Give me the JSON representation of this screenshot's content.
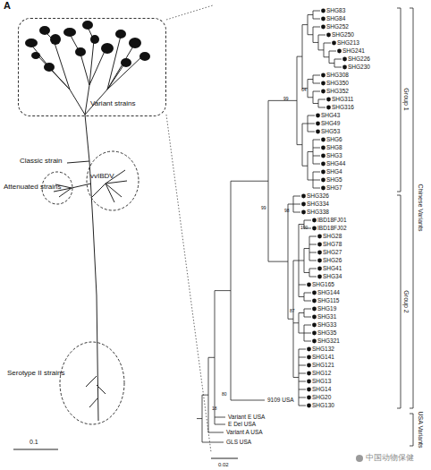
{
  "diagram": {
    "nodes": [
      {
        "text": [
          "Variant strains"
        ]
      },
      {
        "text": [
          "Attenuated strains"
        ]
      },
      {
        "text": [
          "vvIBDV"
        ]
      },
      {
        "text": [
          "Serotype II strains"
        ]
      }
    ],
    "labels": [
      "SHG83",
      "SHG84",
      "SHG252",
      "SHG250",
      "SHG213",
      "SHG241",
      "SHG226",
      "SHG230",
      "SHG308",
      "SHG350",
      "SHG352",
      "SHG311",
      "SHG316",
      "SHG43",
      "SHG49",
      "SHG53",
      "SHG6",
      "SHG8",
      "SHG3",
      "SHG44",
      "SHG4",
      "SHG5",
      "SHG7",
      "SHG326",
      "SHG334",
      "SHG338",
      "IBD18FJ01",
      "IBD18FJ02",
      "SHG28",
      "SHG78",
      "SHG27",
      "SHG26",
      "SHG41",
      "SHG34",
      "SHG165",
      "SHG144",
      "SHG115",
      "SHG19",
      "SHG31",
      "SHG33",
      "SHG35",
      "SHG321",
      "SHG132",
      "SHG141",
      "SHG121",
      "SHG12",
      "SHG13",
      "SHG14",
      "SHG20",
      "SHG130",
      "9109 USA",
      "Variant E USA",
      "E Del USA",
      "Variant A USA",
      "GLS USA",
      "64",
      "99",
      "98",
      "100",
      "87",
      "99",
      "80",
      "18",
      "Group 1",
      "Group 2",
      "Chinese Variants",
      "USA Variants",
      "A",
      "Classic strain",
      "0.1",
      "0.02",
      "中国动物保健"
    ]
  }
}
